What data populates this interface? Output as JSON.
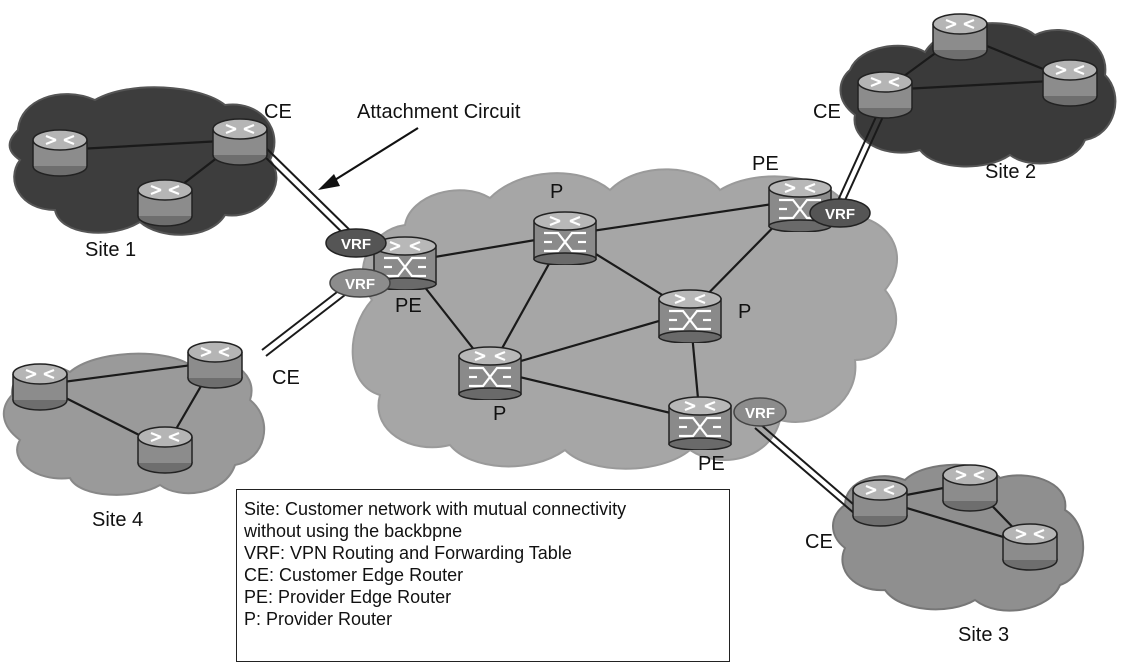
{
  "diagram": {
    "annotation": "Attachment Circuit",
    "sites": {
      "site1": "Site 1",
      "site2": "Site 2",
      "site3": "Site 3",
      "site4": "Site 4"
    },
    "routers": {
      "ce_site1": "CE",
      "ce_site2": "CE",
      "ce_site3": "CE",
      "ce_site4": "CE",
      "pe_left": "PE",
      "pe_top_right": "PE",
      "pe_bottom": "PE",
      "p_top": "P",
      "p_right": "P",
      "p_bottom": "P"
    },
    "vrf_tags": {
      "vrf_left_top": "VRF",
      "vrf_left_bottom": "VRF",
      "vrf_top_right": "VRF",
      "vrf_bottom": "VRF"
    }
  },
  "legend": {
    "lines": [
      "Site: Customer network with mutual connectivity",
      "without using the backbpne",
      "VRF: VPN Routing and Forwarding Table",
      "CE: Customer Edge Router",
      "PE: Provider Edge Router",
      "P: Provider Router"
    ]
  },
  "colors": {
    "backbone_cloud": "#a8a8a8",
    "site_cloud_dark": "#3a3a3a",
    "site_cloud_light": "#9a9a9a",
    "vrf_tag": "#555555",
    "router_body": "#8a8a8a"
  }
}
